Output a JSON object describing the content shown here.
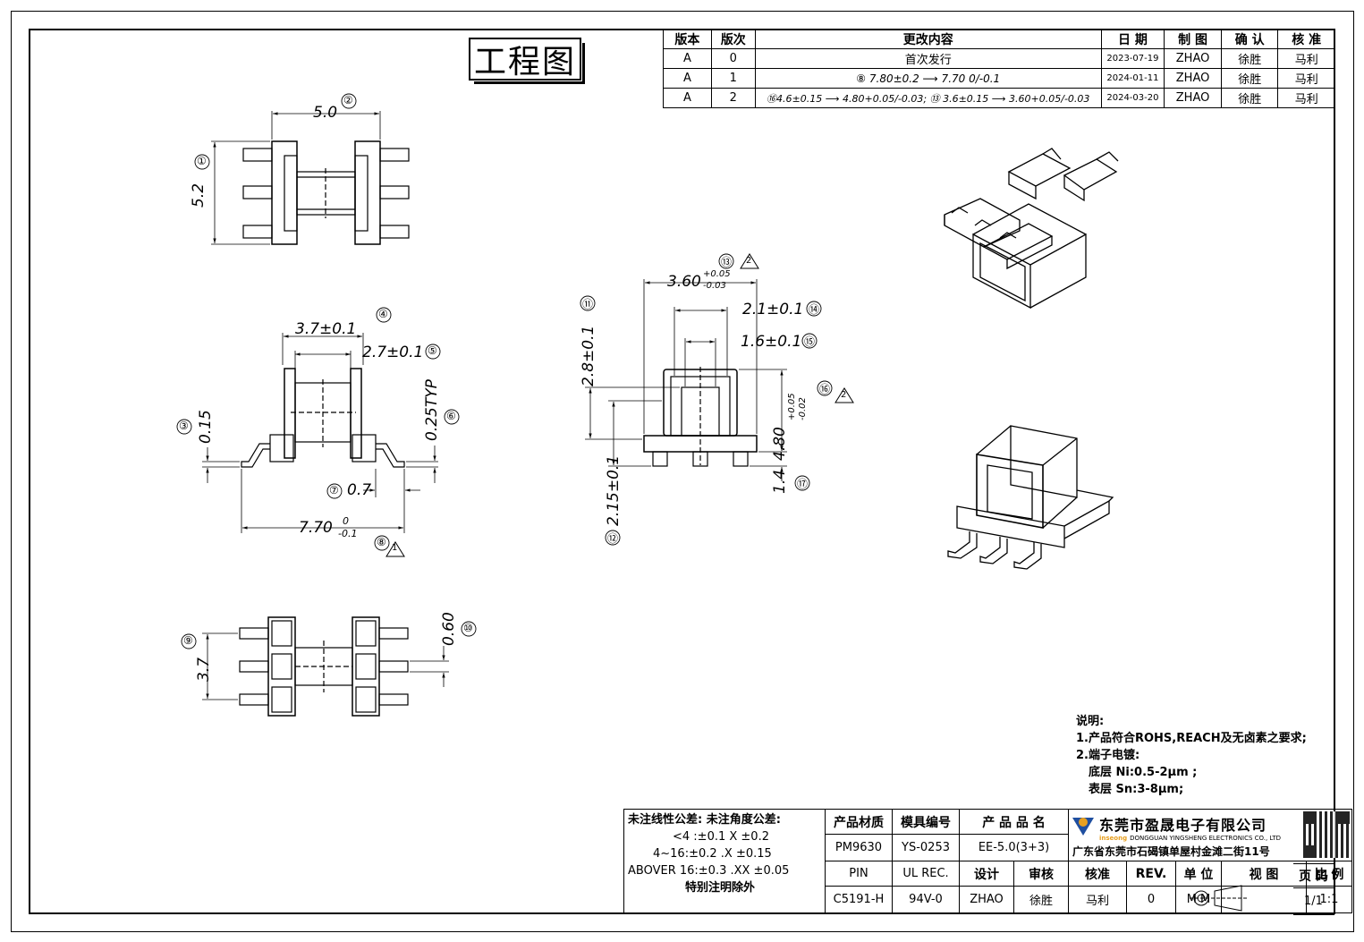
{
  "drawing_title": "工程图",
  "revision_table": {
    "headers": [
      "版本",
      "版次",
      "更改内容",
      "日 期",
      "制 图",
      "确 认",
      "核 准"
    ],
    "rows": [
      {
        "version": "A",
        "edition": "0",
        "change": "首次发行",
        "date": "2023-07-19",
        "drawn": "ZHAO",
        "confirm": "徐胜",
        "approve": "马利"
      },
      {
        "version": "A",
        "edition": "1",
        "change": "⑧ 7.80±0.2 ⟶ 7.70 0/-0.1",
        "date": "2024-01-11",
        "drawn": "ZHAO",
        "confirm": "徐胜",
        "approve": "马利"
      },
      {
        "version": "A",
        "edition": "2",
        "change": "⑯4.6±0.15 ⟶ 4.80+0.05/-0.03; ⑬ 3.6±0.15 ⟶ 3.60+0.05/-0.03",
        "date": "2024-03-20",
        "drawn": "ZHAO",
        "confirm": "徐胜",
        "approve": "马利"
      }
    ]
  },
  "dimensions": {
    "top_width": "5.0",
    "top_width_ref": "②",
    "top_height": "5.2",
    "top_height_ref": "①",
    "side_inner": "3.7±0.1",
    "side_inner_ref": "④",
    "side_inner2": "2.7±0.1",
    "side_inner2_ref": "⑤",
    "side_stand": "0.15",
    "side_stand_ref": "③",
    "side_pin_thick": "0.25TYP",
    "side_pin_thick_ref": "⑥",
    "side_pin_len": "0.7",
    "side_pin_len_ref": "⑦",
    "side_total": "7.70",
    "side_total_tol_upper": "0",
    "side_total_tol_lower": "-0.1",
    "side_total_ref": "⑧",
    "front_w1": "3.60",
    "front_w1_tol_upper": "+0.05",
    "front_w1_tol_lower": "-0.03",
    "front_w1_ref": "⑬",
    "front_w2": "2.1±0.1",
    "front_w2_ref": "⑭",
    "front_w3": "1.6±0.1",
    "front_w3_ref": "⑮",
    "front_h1": "2.8±0.1",
    "front_h1_ref": "⑪",
    "front_h2": "2.15±0.1",
    "front_h2_ref": "⑫",
    "front_h3": "4.80",
    "front_h3_tol_upper": "+0.05",
    "front_h3_tol_lower": "-0.02",
    "front_h3_ref": "⑯",
    "front_h4": "1.4",
    "front_h4_ref": "⑰",
    "bottom_pitch": "3.7",
    "bottom_pitch_ref": "⑨",
    "bottom_pin": "0.60",
    "bottom_pin_ref": "⑩",
    "rev_flag_1": "1",
    "rev_flag_2": "2"
  },
  "notes": {
    "title": "说明:",
    "line1": "1.产品符合ROHS,REACH及无卤素之要求;",
    "line2": "2.端子电镀:",
    "line3": "底层 Ni:0.5-2μm ;",
    "line4": "表层 Sn:3-8μm;"
  },
  "title_block": {
    "tol_title": "未注线性公差:  未注角度公差:",
    "tol_line1": "<4 :±0.1  X ±0.2",
    "tol_line2": "4~16:±0.2  .X ±0.15",
    "tol_line3": "ABOVER 16:±0.3  .XX ±0.05",
    "tol_line4": "特别注明除外",
    "material_label": "产品材质",
    "mold_label": "模具编号",
    "product_label": "产 品 品 名",
    "material": "PM9630",
    "mold": "YS-0253",
    "product": "EE-5.0(3+3)",
    "pin_label": "PIN",
    "ul_label": "UL REC.",
    "design_label": "设计",
    "review_label": "审核",
    "approve_label": "核准",
    "rev_label": "REV.",
    "unit_label": "单 位",
    "view_label": "视 图",
    "scale_label": "比 例",
    "page_label": "页 码",
    "pin": "C5191-H",
    "ul": "94V-0",
    "designer": "ZHAO",
    "reviewer": "徐胜",
    "approver": "马利",
    "rev": "0",
    "unit": "M M",
    "scale": "1:1",
    "page": "1/1",
    "company": "东莞市盈晟电子有限公司",
    "company_en": "DONGGUAN YINGSHENG ELECTRONICS CO., LTD",
    "brand": "inseong",
    "address": "广东省东莞市石碣镇单屋村金滩二街11号"
  },
  "colors": {
    "line": "#000000",
    "brand": "#1f4fa0",
    "logo_orange": "#e8a020"
  }
}
